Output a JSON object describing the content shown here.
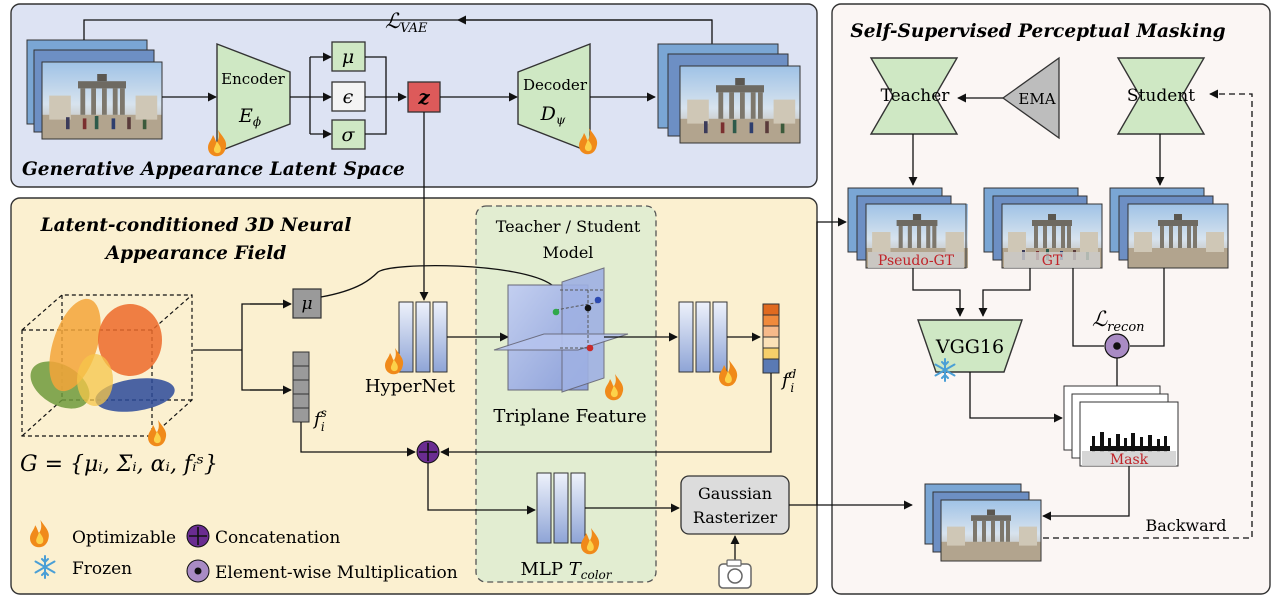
{
  "panels": {
    "generative": {
      "title": "Generative Appearance Latent Space",
      "loss": "ℒ",
      "loss_sub": "VAE"
    },
    "neural": {
      "title_line1": "Latent-conditioned 3D Neural",
      "title_line2": "Appearance Field"
    },
    "masking": {
      "title": "Self-Supervised Perceptual Masking"
    }
  },
  "vae": {
    "encoder": "Encoder",
    "encoder_sym": "E",
    "encoder_sub": "ϕ",
    "decoder": "Decoder",
    "decoder_sym": "D",
    "decoder_sub": "ψ",
    "mu": "μ",
    "eps": "ϵ",
    "sigma": "σ",
    "z": "z"
  },
  "field": {
    "teacher_student": "Teacher / Student",
    "model": "Model",
    "hypernet": "HyperNet",
    "triplane": "Triplane Feature",
    "mlp": "MLP",
    "mlp_sym": "T",
    "mlp_sub": "color",
    "rasterizer_1": "Gaussian",
    "rasterizer_2": "Rasterizer",
    "mu": "μ",
    "fs": "f",
    "fs_sup": "s",
    "fs_sub": "i",
    "fd": "f",
    "fd_sup": "d",
    "fd_sub": "i",
    "g_formula": "G = {μ",
    "g_formula_full": "G = {μᵢ, Σᵢ, αᵢ, fᵢˢ}"
  },
  "legend": {
    "optimizable": "Optimizable",
    "frozen": "Frozen",
    "concatenation": "Concatenation",
    "multiplication": "Element-wise Multiplication"
  },
  "masking": {
    "teacher": "Teacher",
    "ema": "EMA",
    "student": "Student",
    "pseudo_gt": "Pseudo-GT",
    "gt": "GT",
    "vgg": "VGG16",
    "loss": "ℒ",
    "loss_sub": "recon",
    "mask": "Mask",
    "backward": "Backward"
  },
  "colors": {
    "top_panel": "#dde3f3",
    "field_panel": "#fbf0d0",
    "mask_panel": "#fbf6f4",
    "green": "#cfe8c4",
    "z_red": "#dd5a5a",
    "gray": "#9a9a9a",
    "label_red": "#c0242a",
    "purple": "#6a2c91"
  }
}
